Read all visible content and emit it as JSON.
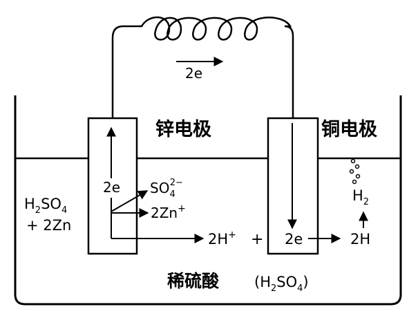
{
  "wire": {
    "electron_label": "2e"
  },
  "electrodes": {
    "zinc": {
      "label": "锌电极"
    },
    "copper": {
      "label": "铜电极"
    }
  },
  "solution": {
    "left_label_line1": {
      "main": "H",
      "sub1": "2",
      "mid": "SO",
      "sub2": "4"
    },
    "left_label_line2": "+ 2Zn",
    "bottom_label": {
      "name": "稀硫酸",
      "formula_open": "(H",
      "sub1": "2",
      "mid": "SO",
      "sub2": "4",
      "close": ")"
    }
  },
  "zinc_side": {
    "electron": "2e",
    "sulfate": {
      "main": "SO",
      "sub": "4",
      "sup": "2−"
    },
    "zinc_ion": {
      "main": "2Zn",
      "sup": "+"
    }
  },
  "reaction": {
    "hydrogen_ion": {
      "main": "2H",
      "sup": "+"
    },
    "plus": "+",
    "electron": "2e",
    "atomic_hydrogen": "2H",
    "gas": {
      "main": "H",
      "sub": "2"
    }
  }
}
